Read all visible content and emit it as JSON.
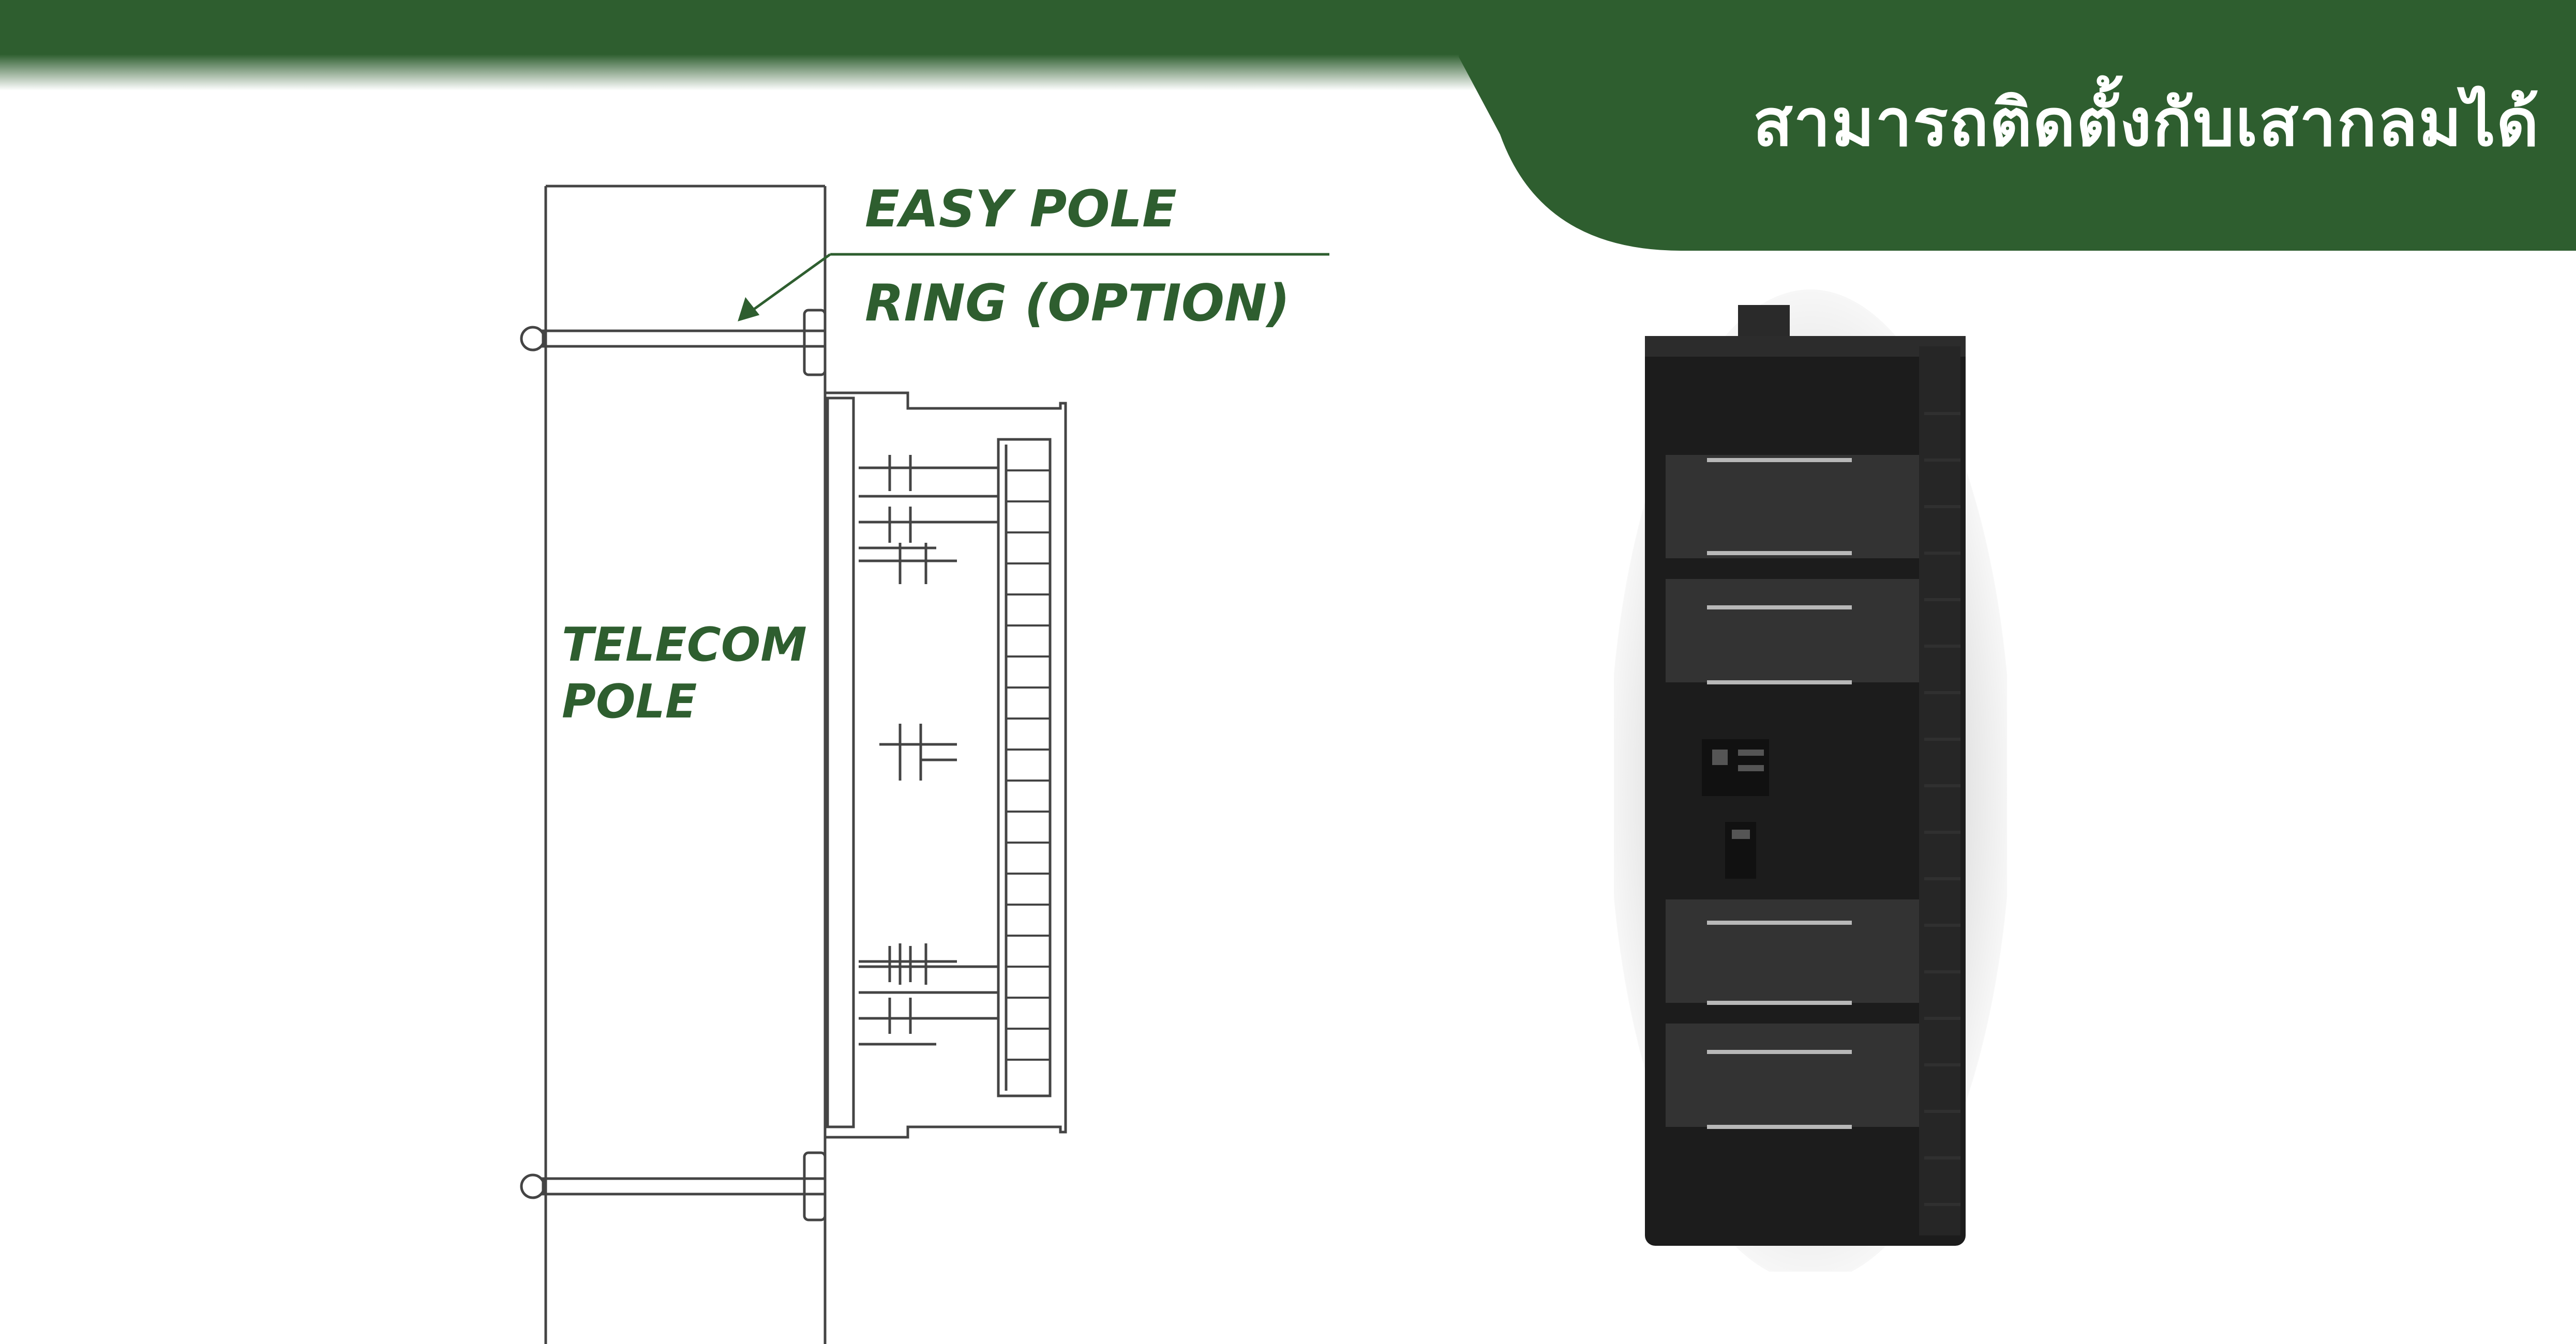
{
  "header": {
    "title": "สามารถติดตั้งกับเสากลมได้",
    "band_color": "#2e5e2f"
  },
  "diagram": {
    "label_easy_pole": "EASY POLE",
    "label_ring_option": "RING (OPTION)",
    "label_telecom": "TELECOM",
    "label_pole": "POLE",
    "label_color": "#2e5e2f",
    "line_color": "#444444"
  },
  "product_photo": {
    "subject": "black-fiber-distribution-box",
    "body_color": "#1c1c1c"
  }
}
